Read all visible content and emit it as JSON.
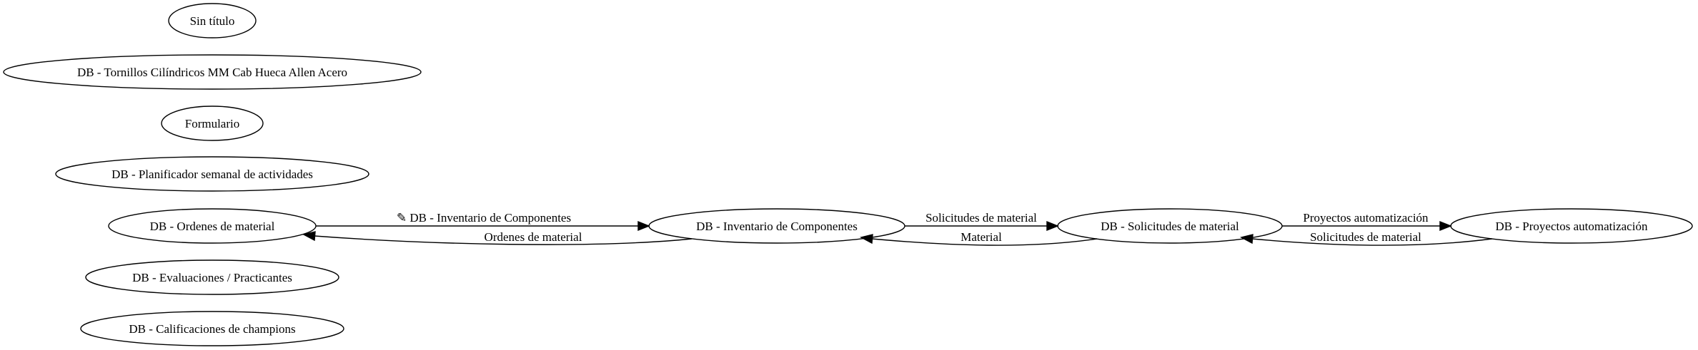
{
  "nodes": {
    "sin_titulo": "Sin título",
    "tornillos": "DB - Tornillos Cilíndricos MM Cab Hueca Allen Acero",
    "formulario": "Formulario",
    "planificador": "DB - Planificador semanal de actividades",
    "ordenes": "DB - Ordenes de material",
    "evaluaciones": "DB - Evaluaciones / Practicantes",
    "calificaciones": "DB - Calificaciones de champions",
    "inventario": "DB - Inventario de Componentes",
    "solicitudes": "DB - Solicitudes de material",
    "proyectos": "DB - Proyectos automatización"
  },
  "edges": {
    "ordenes_to_inventario": "✎ DB - Inventario de Componentes",
    "inventario_to_ordenes": "Ordenes de material",
    "inventario_to_solicitudes": "Solicitudes de material",
    "solicitudes_to_inventario": "Material",
    "solicitudes_to_proyectos": "Proyectos automatización",
    "proyectos_to_solicitudes": "Solicitudes de material"
  }
}
